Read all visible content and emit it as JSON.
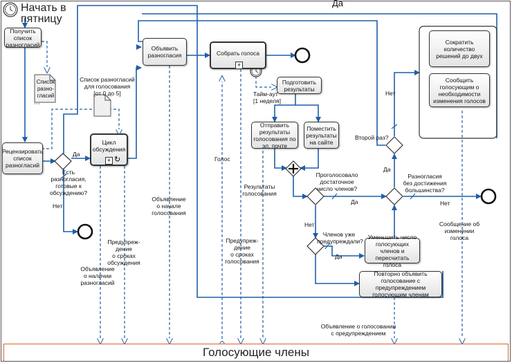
{
  "start_event": {
    "label": "Начать\nв пятницу"
  },
  "tasks": {
    "get_list": "Получить список разногласий",
    "review_list": "Рецензировать список разногласий",
    "discussion_cycle": "Цикл обсуждения",
    "announce": "Объявить разногласия",
    "collect_votes": "Собрать голоса",
    "prepare_results": "Подготовить результаты",
    "send_results": "Отправить результаты голосования по эл. почте",
    "post_results": "Поместить результаты на сайте",
    "reduce_members": "Уменьшить число голосующих членов и пересчитать голоса",
    "reannounce": "Повторно объявить голосование с предупреждением голосующим членам",
    "reduce_decisions": "Сократить количество решений до двух",
    "notify_change": "Сообщить голосующим о необходимости изменения голосов"
  },
  "documents": {
    "list_doc": "Список разно-гласий",
    "list_vote": "Список разногласий\nдля голосования\n[от 0 до 5]"
  },
  "labels": {
    "yes_top": "Да",
    "yes_discuss": "Да",
    "gw_ready": "Есть\nразногласия,\nготовые к\nобсуждению?",
    "no_left": "Нет",
    "timeout": "Тайм-аут\n[1 неделя]",
    "vote": "Голос",
    "announce_start": "Объявление\nо начале\nголосования",
    "results": "Результаты\nголосования",
    "warn_discussion": "Предупреж-\nдение\nо сроках\nобсуждения",
    "existence": "Объявление\nо наличии\nразногласий",
    "warn_vote": "Предупреж-\nдение\nо сроках\nголосования",
    "enough_voted": "Проголосовало\nдостаточное\nчисло членов?",
    "yes_mid": "Да",
    "no_mid": "Нет",
    "warned": "Членов уже\nпредупреждали?",
    "yes_low": "Да",
    "second_time": "Второй раз?",
    "no_up": "Нет",
    "yes_up": "Да",
    "majority": "Разногласия\nбез достижения\nбольшинства?",
    "no_right": "Нет",
    "change_msg": "Сообщение об\nизменении голоса",
    "reannounce_msg": "Объявление о голосовании\nс предупреждением"
  },
  "pool": {
    "label": "Голосующие члены"
  }
}
